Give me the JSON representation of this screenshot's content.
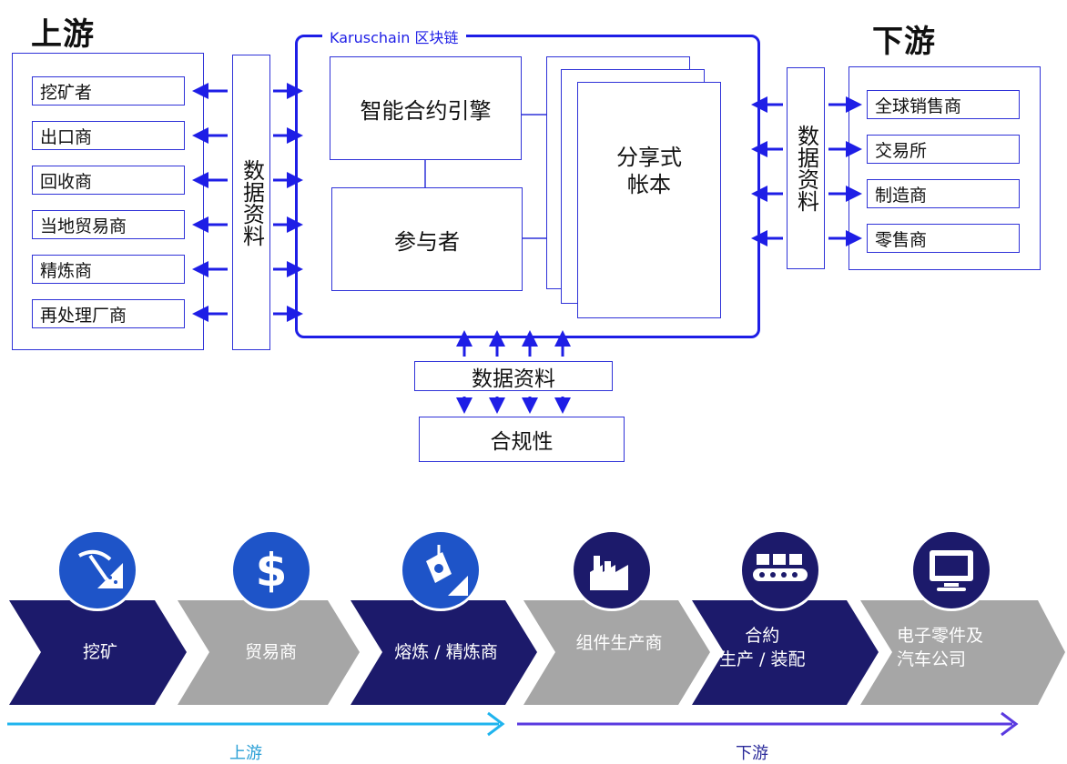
{
  "upstream": {
    "title": "上游",
    "items": [
      "挖矿者",
      "出口商",
      "回收商",
      "当地贸易商",
      "精炼商",
      "再处理厂商"
    ],
    "data_label": "数据资料"
  },
  "downstream": {
    "title": "下游",
    "items": [
      "全球销售商",
      "交易所",
      "制造商",
      "零售商"
    ],
    "data_label": "数据资料"
  },
  "blockchain": {
    "title": "Karuschain 区块链",
    "smart_contract": "智能合约引擎",
    "participants": "参与者",
    "ledger": "分享式\n帐本"
  },
  "bottom_data": "数据资料",
  "compliance": "合规性",
  "flow": {
    "stages": [
      {
        "label": "挖矿",
        "icon": "pickaxe-ore-icon",
        "color": "#1c1a6b"
      },
      {
        "label": "贸易商",
        "icon": "dollar-icon",
        "color": "#a6a6a6"
      },
      {
        "label": "熔炼 / 精炼商",
        "icon": "crucible-icon",
        "color": "#1c1a6b"
      },
      {
        "label": "组件生产商",
        "icon": "factory-icon",
        "color": "#a6a6a6"
      },
      {
        "label": "合約\n生产 / 装配",
        "icon": "conveyor-icon",
        "color": "#1c1a6b"
      },
      {
        "label": "电子零件及\n汽车公司",
        "icon": "monitor-icon",
        "color": "#a6a6a6"
      }
    ],
    "upstream_label": "上游",
    "downstream_label": "下游",
    "colors": {
      "dark": "#1c1a6b",
      "gray": "#a6a6a6",
      "upstream_arrow": "#1fb4ee",
      "downstream_arrow": "#5a3ae0"
    }
  }
}
